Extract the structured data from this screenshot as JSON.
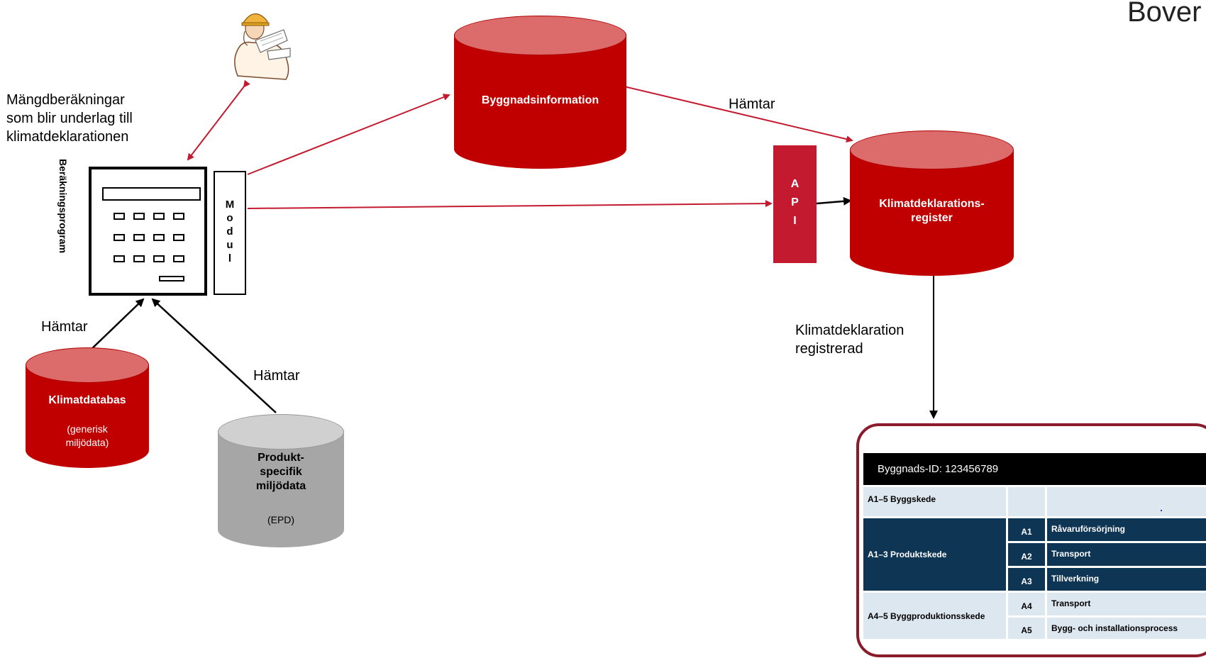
{
  "brand": {
    "logo_text": "Boverket",
    "visible_text": "Bover"
  },
  "colors": {
    "primary_red": "#c00000",
    "api_red": "#c41a30",
    "card_border": "#8b1a2b",
    "table_dark": "#0f3554",
    "table_light": "#dde7f0",
    "grey_db": "#a6a6a6"
  },
  "labels": {
    "mangd_line1": "Mängdberäkningar",
    "mangd_line2": "som blir underlag till",
    "mangd_line3": "klimatdeklarationen",
    "hamtar_top": "Hämtar",
    "hamtar_left": "Hämtar",
    "hamtar_mid": "Hämtar",
    "registrerad_line1": "Klimatdeklaration",
    "registrerad_line2": "registrerad"
  },
  "calculator": {
    "label": "Beräkningsprogram",
    "icon": "calculator-icon"
  },
  "modul": {
    "letters": [
      "M",
      "o",
      "d",
      "u",
      "l"
    ]
  },
  "api": {
    "letters": [
      "A",
      "P",
      "I"
    ]
  },
  "illustration": {
    "icon": "architect-with-blueprints-icon"
  },
  "databases": {
    "byggnadsinformation": {
      "title": "Byggnadsinformation"
    },
    "klimatdeklarationsregister": {
      "title_line1": "Klimatdeklarations-",
      "title_line2": "register"
    },
    "klimatdatabas": {
      "title": "Klimatdatabas",
      "sub_line1": "(generisk",
      "sub_line2": "miljödata)"
    },
    "produktspecifik": {
      "title_line1": "Produkt-",
      "title_line2": "specifik",
      "title_line3": "miljödata",
      "sub": "(EPD)"
    }
  },
  "declaration_table": {
    "header": "Byggnads-ID: 123456789",
    "rows": [
      {
        "group": "A1–5 Byggskede",
        "code": "",
        "name": ""
      },
      {
        "group": "A1–3 Produktskede",
        "code": "A1",
        "name": "Råvaruförsörjning"
      },
      {
        "group": "",
        "code": "A2",
        "name": "Transport"
      },
      {
        "group": "",
        "code": "A3",
        "name": "Tillverkning"
      },
      {
        "group": "A4–5 Byggproduktionsskede",
        "code": "A4",
        "name": "Transport"
      },
      {
        "group": "",
        "code": "A5",
        "name": "Bygg- och installationsprocess"
      }
    ]
  }
}
